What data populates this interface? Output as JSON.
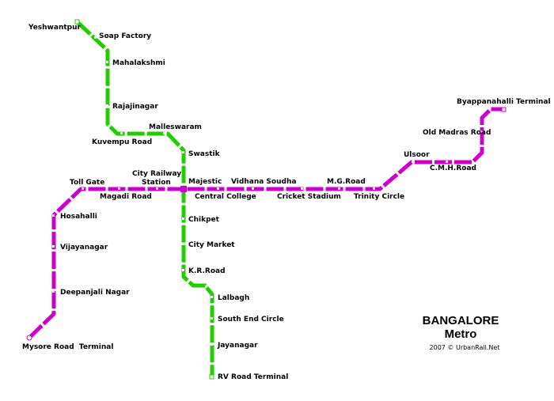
{
  "title": {
    "line1": "BANGALORE",
    "line2": "Metro",
    "credit": "2007 © UrbanRail.Net"
  },
  "colors": {
    "green_line": "#22cc00",
    "purple_line": "#cc00cc",
    "station_marker": "#ffffff",
    "background": "#ffffff"
  },
  "green_line": {
    "stations": [
      "Yeshwantpur",
      "Soap Factory",
      "Mahalakshmi",
      "Rajajinagar",
      "Kuvempu Road",
      "Malleswaram",
      "Swastik",
      "Majestic",
      "Chikpet",
      "City Market",
      "K.R.Road",
      "Lalbagh",
      "South End Circle",
      "Jayanagar",
      "RV Road Terminal"
    ]
  },
  "purple_line": {
    "stations": [
      "Mysore Road  Terminal",
      "Deepanjali Nagar",
      "Vijayanagar",
      "Hosahalli",
      "Toll Gate",
      "Magadi Road",
      "City Railway",
      "Station",
      "Central College",
      "Vidhana Soudha",
      "Cricket Stadium",
      "M.G.Road",
      "Trinity Circle",
      "Ulsoor",
      "C.M.H.Road",
      "Old Madras Road",
      "Byappanahalli Terminal"
    ]
  }
}
